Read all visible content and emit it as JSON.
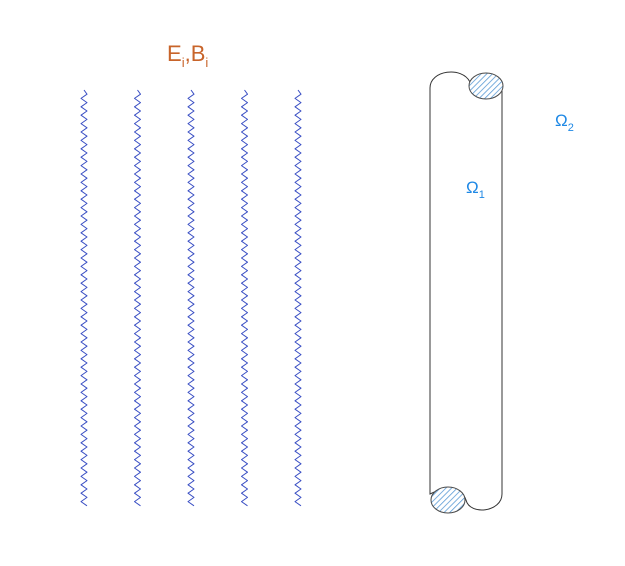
{
  "incident_field": {
    "label_main": "E",
    "label_main_sub": "i",
    "label_sep": ",B",
    "label_sep_sub": "i",
    "label_color": "#c8642a",
    "wave_color": "#3a4fc4",
    "wave_count": 5
  },
  "regions": {
    "inner": {
      "symbol": "Ω",
      "subscript": "1",
      "color": "#1e88e5"
    },
    "outer": {
      "symbol": "Ω",
      "subscript": "2",
      "color": "#1e88e5"
    }
  },
  "conductor": {
    "outline_color": "#333333",
    "hatch_color": "#5b9bd5"
  }
}
